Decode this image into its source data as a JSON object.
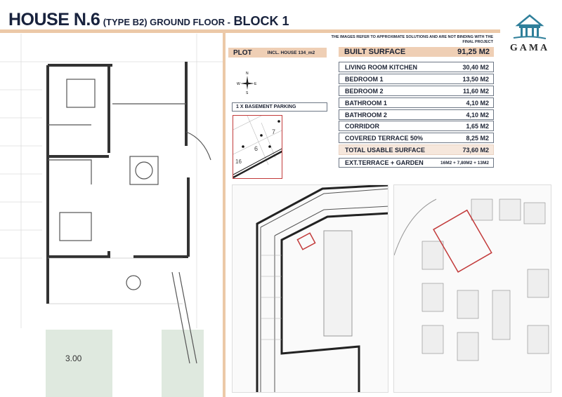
{
  "header": {
    "title_main": "HOUSE N.6",
    "title_type": "(TYPE B2) GROUND FLOOR -",
    "title_block": "BLOCK 1"
  },
  "disclaimer": "THE IMAGES REFER TO APPROXIMATE SOLUTIONS AND ARE NOT BINDING WITH THE FINAL PROJECT",
  "logo": {
    "text": "GAMA"
  },
  "plot": {
    "label": "PLOT",
    "value": "INCL. HOUSE 134_m2"
  },
  "parking": {
    "label": "1 X BASEMENT PARKING",
    "spots": [
      "7",
      "6",
      "16"
    ]
  },
  "compass": {
    "n": "N",
    "e": "E",
    "w": "W",
    "s": "S"
  },
  "built_surface": {
    "label": "BUILT SURFACE",
    "value": "91,25 M2"
  },
  "rooms": [
    {
      "label": "LIVING ROOM KITCHEN",
      "value": "30,40 M2"
    },
    {
      "label": "BEDROOM 1",
      "value": "13,50 M2"
    },
    {
      "label": "BEDROOM 2",
      "value": "11,60 M2"
    },
    {
      "label": "BATHROOM 1",
      "value": "4,10 M2"
    },
    {
      "label": "BATHROOM 2",
      "value": "4,10 M2"
    },
    {
      "label": "CORRIDOR",
      "value": "1,65 M2"
    },
    {
      "label": "COVERED TERRACE 50%",
      "value": "8,25 M2"
    }
  ],
  "total": {
    "label": "TOTAL USABLE SURFACE",
    "value": "73,60 M2"
  },
  "ext": {
    "label": "EXT.TERRACE + GARDEN",
    "value": "16M2 + 7,80M2 + 13M2"
  },
  "plan": {
    "garden_dimension": "3.00"
  },
  "colors": {
    "accent": "#ecc9a8",
    "navy": "#18223d",
    "highlight": "#c23a3a",
    "logo": "#2f7f9a"
  }
}
